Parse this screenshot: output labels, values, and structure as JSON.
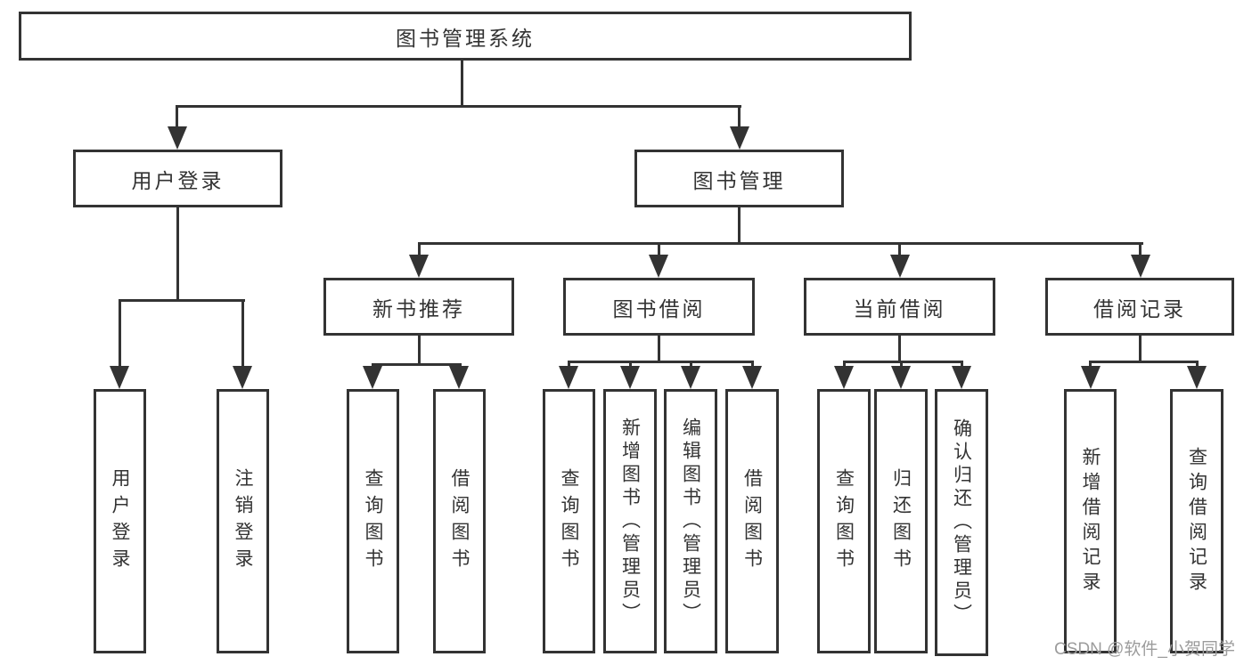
{
  "root": {
    "label": "图书管理系统"
  },
  "branches": {
    "user_login": {
      "label": "用户登录",
      "children": [
        "用户登录",
        "注销登录"
      ]
    },
    "book_management": {
      "label": "图书管理",
      "sections": [
        {
          "label": "新书推荐",
          "children": [
            "查询图书",
            "借阅图书"
          ]
        },
        {
          "label": "图书借阅",
          "children": [
            "查询图书",
            "新增图书（管理员）",
            "编辑图书（管理员）",
            "借阅图书"
          ]
        },
        {
          "label": "当前借阅",
          "children": [
            "查询图书",
            "归还图书",
            "确认归还（管理员）"
          ]
        },
        {
          "label": "借阅记录",
          "children": [
            "新增借阅记录",
            "查询借阅记录"
          ]
        }
      ]
    }
  },
  "watermark": {
    "text": "CSDN @软件_小贺同学"
  },
  "colors": {
    "line": "#333333",
    "background": "#ffffff",
    "watermark": "#9c9c9c"
  }
}
